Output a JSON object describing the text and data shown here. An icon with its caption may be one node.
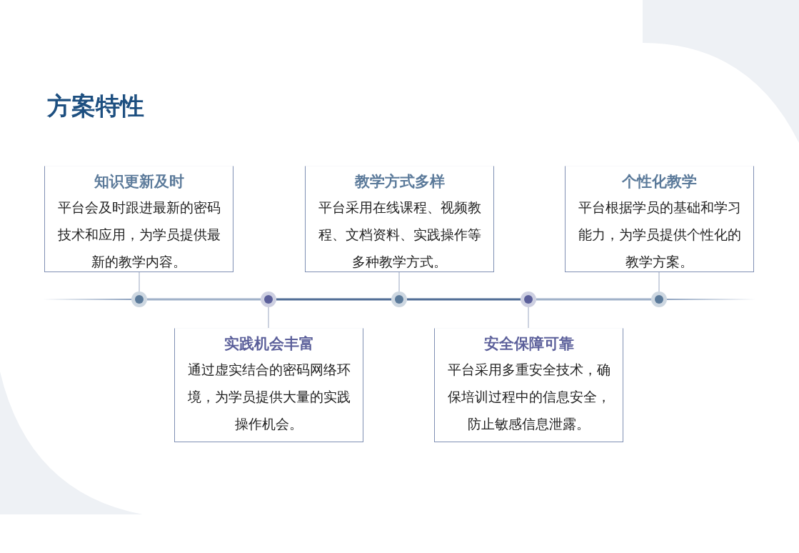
{
  "diagram": {
    "title": "方案特性",
    "nodes": [
      {
        "text": [
          "知识更新及时",
          "平台会及时跟进最新的密码技术和应用，为学员提供最新的教学内容。"
        ]
      },
      {
        "text": [
          "实践机会丰富",
          "通过虚实结合的密码网络环境，为学员提供大量的实践操作机会。"
        ]
      },
      {
        "text": [
          "教学方式多样",
          "平台采用在线课程、视频教程、文档资料、实践操作等多种教学方式。"
        ]
      },
      {
        "text": [
          "安全保障可靠",
          "平台采用多重安全技术，确保培训过程中的信息安全，防止敏感信息泄露。"
        ]
      },
      {
        "text": [
          "个性化教学",
          "平台根据学员的基础和学习能力，为学员提供个性化的教学方案。"
        ]
      },
      {
        "text": [],
        "shape": "circle"
      },
      {
        "text": [],
        "shape": "circle"
      },
      {
        "text": [],
        "shape": "circle"
      },
      {
        "text": [],
        "shape": "circle"
      },
      {
        "text": [],
        "shape": "circle"
      }
    ],
    "edges": [
      {
        "from": 0,
        "to": 5,
        "arrow": "none"
      },
      {
        "from": 6,
        "to": 1,
        "arrow": "none"
      },
      {
        "from": 2,
        "to": 7,
        "arrow": "none"
      },
      {
        "from": 8,
        "to": 3,
        "arrow": "none"
      },
      {
        "from": 4,
        "to": 9,
        "arrow": "none"
      },
      {
        "from": 5,
        "to": 6,
        "arrow": "none",
        "style": "thick"
      },
      {
        "from": 6,
        "to": 7,
        "arrow": "none",
        "style": "thick",
        "color": "#4f6b94"
      },
      {
        "from": 7,
        "to": 8,
        "arrow": "none",
        "style": "thick",
        "color": "#4f6b94"
      },
      {
        "from": 8,
        "to": 9,
        "arrow": "none",
        "style": "thick"
      }
    ]
  }
}
